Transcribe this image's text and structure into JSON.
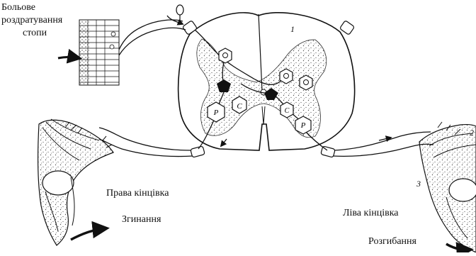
{
  "labels": {
    "stimulus_line1": "Больове",
    "stimulus_line2": "роздратування",
    "stimulus_line3": "стопи",
    "right_limb": "Права кінцівка",
    "flexion": "Згинання",
    "left_limb": "Ліва кінцівка",
    "extension": "Розгибання"
  },
  "neuron_markers": {
    "excitatory": "C",
    "motor": "P"
  },
  "region_numbers": {
    "spinal_cord": "1",
    "extensor_muscle": "2",
    "flexor_muscle": "3"
  },
  "colors": {
    "ink": "#111111",
    "stipple": "#555555",
    "background": "#ffffff"
  }
}
